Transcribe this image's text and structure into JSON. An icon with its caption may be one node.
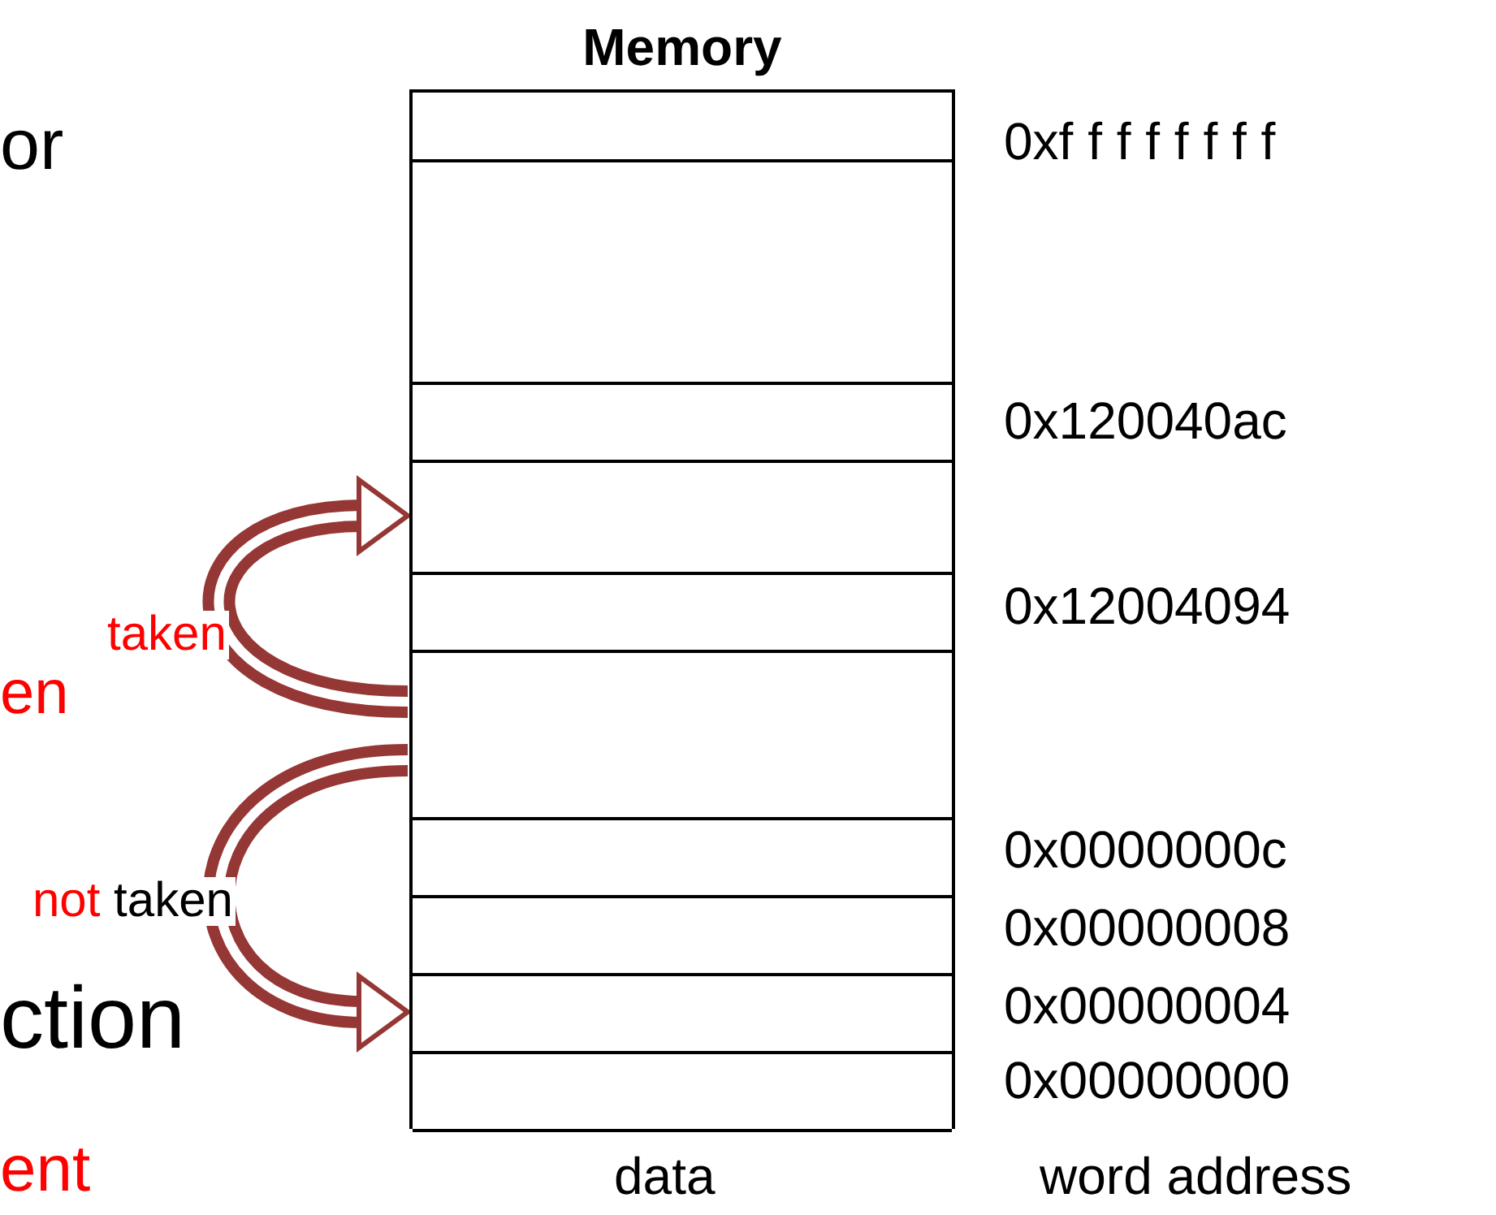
{
  "diagram": {
    "nodes": [
      {
        "text": [
          "Memory"
        ]
      },
      {
        "text": [],
        "shape": "box",
        "in": 0,
        "beside": [
          "0xf f f f f f f f"
        ]
      },
      {
        "text": [],
        "shape": "box",
        "in": 0
      },
      {
        "text": [],
        "shape": "box",
        "in": 0,
        "beside": [
          "0x120040ac"
        ]
      },
      {
        "text": [],
        "shape": "box",
        "in": 0
      },
      {
        "text": [],
        "shape": "box",
        "in": 0,
        "beside": [
          "0x12004094"
        ]
      },
      {
        "text": [],
        "shape": "box",
        "in": 0
      },
      {
        "text": [],
        "shape": "box",
        "in": 0,
        "beside": [
          "0x0000000c"
        ]
      },
      {
        "text": [],
        "shape": "box",
        "in": 0,
        "beside": [
          "0x00000008"
        ]
      },
      {
        "text": [],
        "shape": "box",
        "in": 0,
        "beside": [
          "0x00000004"
        ]
      },
      {
        "text": [],
        "shape": "box",
        "in": 0,
        "beside": [
          "0x00000000"
        ]
      }
    ],
    "edges": [
      {
        "from": 6,
        "to": 4,
        "arrow": "to",
        "label": "taken"
      },
      {
        "from": 6,
        "to": 9,
        "arrow": "to",
        "label": "not taken"
      }
    ],
    "labels": [
      "or",
      "en",
      "ction",
      "ent",
      "data",
      "word address"
    ]
  }
}
